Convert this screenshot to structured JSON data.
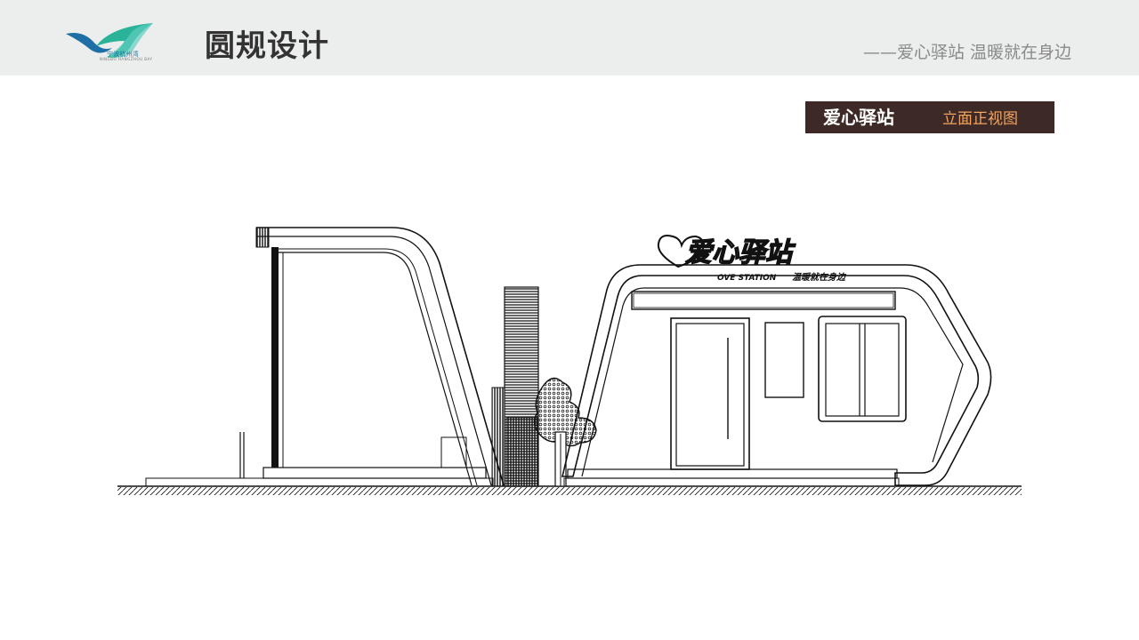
{
  "header": {
    "logo": {
      "name": "ningbo-hangzhou-bay-logo",
      "text": "宁波杭州湾",
      "subtext": "NINGBO HANGZHOU BAY",
      "colors": {
        "wave_teal": "#2bb39a",
        "wave_blue": "#1d6fa5"
      }
    },
    "brand": "圆规设计",
    "slogan": "——爱心驿站  温暖就在身边"
  },
  "title_box": {
    "main": "爱心驿站",
    "sub": "立面正视图",
    "colors": {
      "background": "#3d2a26",
      "main_text": "#ffffff",
      "sub_text": "#f2a35e"
    }
  },
  "diagram": {
    "type": "architectural-front-elevation",
    "sign": {
      "main": "爱心驿站",
      "english": "OVE STATION",
      "tagline": "温暖就在身边"
    },
    "colors": {
      "line": "#111111",
      "background": "#ffffff"
    }
  }
}
